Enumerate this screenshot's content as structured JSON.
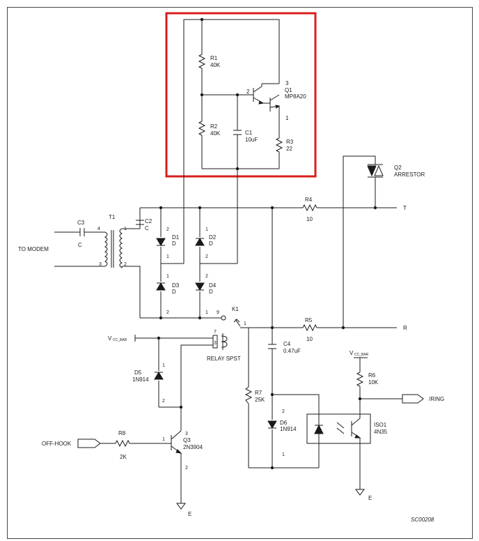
{
  "tag": "SC00208",
  "highlight_color": "#d81e1e",
  "components": {
    "R1": {
      "ref": "R1",
      "value": "40K"
    },
    "R2": {
      "ref": "R2",
      "value": "40K"
    },
    "R3": {
      "ref": "R3",
      "value": "22"
    },
    "R4": {
      "ref": "R4",
      "value": "10"
    },
    "R5": {
      "ref": "R5",
      "value": "10"
    },
    "R6": {
      "ref": "R6",
      "value": "10K"
    },
    "R7": {
      "ref": "R7",
      "value": "25K"
    },
    "R8": {
      "ref": "R8",
      "value": "2K"
    },
    "C1": {
      "ref": "C1",
      "value": "10uF"
    },
    "C2": {
      "ref": "C2",
      "value": "C"
    },
    "C3": {
      "ref": "C3",
      "value": "C"
    },
    "C4": {
      "ref": "C4",
      "value": "0.47uF"
    },
    "Q1": {
      "ref": "Q1",
      "value": "MP8A20"
    },
    "Q2": {
      "ref": "Q2",
      "value": "ARRESTOR"
    },
    "Q3": {
      "ref": "Q3",
      "value": "2N3904"
    },
    "D1": {
      "ref": "D1",
      "value": "D"
    },
    "D2": {
      "ref": "D2",
      "value": "D"
    },
    "D3": {
      "ref": "D3",
      "value": "D"
    },
    "D4": {
      "ref": "D4",
      "value": "D"
    },
    "D5": {
      "ref": "D5",
      "value": "1N914"
    },
    "D6": {
      "ref": "D6",
      "value": "1N914"
    },
    "T1": {
      "ref": "T1"
    },
    "K1": {
      "ref": "K1",
      "value": "RELAY SPST"
    },
    "ISO1": {
      "ref": "ISO1",
      "value": "4N35"
    }
  },
  "nets": {
    "to_modem": "TO MODEM",
    "tip": "T",
    "ring": "R",
    "ring_out": "/RING",
    "off_hook": "OFF-HOOK",
    "ground": "E",
    "vcc_main": "V",
    "vcc_sub": "CC_BAR"
  },
  "pins": {
    "q1_b": "2",
    "q1_c": "3",
    "q1_e": "1",
    "t1_p1": "4",
    "t1_p2": "3",
    "t1_s1": "1",
    "t1_s2": "2",
    "d1_top": "2",
    "d1_bot": "1",
    "d2_top": "1",
    "d2_bot": "2",
    "d3_top": "1",
    "d3_bot": "2",
    "d4_top": "2",
    "d4_bot": "1",
    "k1_9": "9",
    "k1_1": "1",
    "k1_7": "7",
    "k1_3": "3",
    "d5_top": "1",
    "d5_bot": "2",
    "q3_b": "1",
    "q3_c": "3",
    "q3_e": "2",
    "d6_top": "2",
    "d6_bot": "1"
  }
}
